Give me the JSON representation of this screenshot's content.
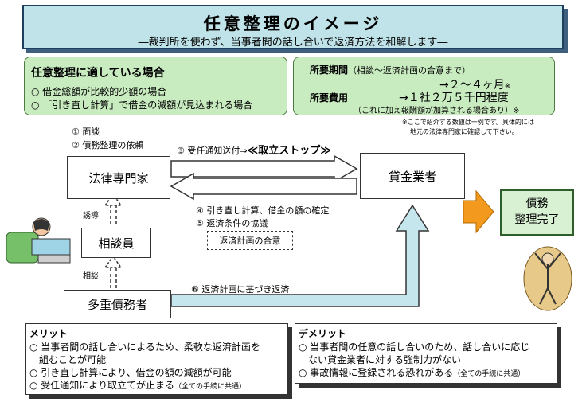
{
  "header": {
    "title": "任意整理のイメージ",
    "subtitle": "―裁判所を使わず、当事者間の話し合いで返済方法を和解します―"
  },
  "suitable": {
    "title": "任意整理に適している場合",
    "items": [
      "○ 借金総額が比較的少額の場合",
      "○ 「引き直し計算」で借金の減額が見込まれる場合"
    ]
  },
  "duration": {
    "label": "所要期間",
    "note": "（相談～返済計画の合意まで）",
    "value": "→２～４ヶ月",
    "mark": "※"
  },
  "cost": {
    "label": "所要費用",
    "value": "→１社２万５千円程度",
    "note": "（これに加え報酬額が加算される場合あり）※"
  },
  "disclaimer": [
    "※ここで紹介する数値は一例です。具体的には",
    "地元の法律専門家に確認して下さい。"
  ],
  "steps": {
    "s1": "① 面談",
    "s2": "② 債務整理の依頼",
    "s3": "③ 受任通知送付⇒",
    "s3b": "≪取立ストップ≫",
    "s4": "④ 引き直し計算、借金の額の確定",
    "s5": "⑤ 返済条件の協議",
    "s6": "⑥ 返済計画に基づき返済",
    "agreement": "返済計画の合意"
  },
  "nodes": {
    "lawyer": "法律専門家",
    "lender": "貸金業者",
    "counselor": "相談員",
    "debtor": "多重債務者",
    "done1": "債務",
    "done2": "整理完了"
  },
  "labels": {
    "guide": "誘導",
    "consult": "相談"
  },
  "merits": {
    "title": "メリット",
    "items": [
      "○ 当事者間の話し合いによるため、柔軟な返済計画を",
      "　組むことが可能",
      "○ 引き直し計算により、借金の額の減額が可能",
      "○ 受任通知により取立てが止まる"
    ],
    "common": "（全ての手続に共通）"
  },
  "demerits": {
    "title": "デメリット",
    "items": [
      "○ 当事者間の任意の話し合いのため、話し合いに応じ",
      "　ない貸金業者に対する強制力がない",
      "○ 事故情報に登録される恐れがある"
    ],
    "common": "（全ての手続に共通）"
  },
  "colors": {
    "header": "#bfe3e8",
    "green": "#c8ebc0",
    "arrow_fill": "#c6e6ee",
    "orange": "#f39a1e"
  }
}
